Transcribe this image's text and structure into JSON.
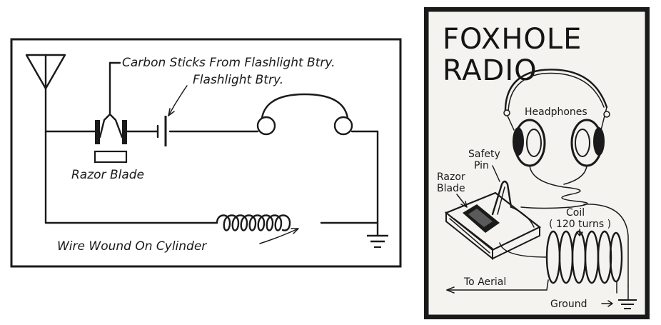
{
  "schematic": {
    "labels": {
      "carbon_sticks": "Carbon Sticks From Flashlight Btry.",
      "flashlight_battery": "Flashlight Btry.",
      "razor_blade": "Razor Blade",
      "coil": "Wire Wound On Cylinder"
    }
  },
  "illustration": {
    "title_line1": "FOXHOLE",
    "title_line2": "RADIO",
    "labels": {
      "headphones": "Headphones",
      "safety_pin_line1": "Safety",
      "safety_pin_line2": "Pin",
      "razor_blade_line1": "Razor",
      "razor_blade_line2": "Blade",
      "coil": "Coil",
      "coil_turns": "( 120 turns )",
      "aerial": "To Aerial",
      "ground": "Ground"
    }
  },
  "colors": {
    "ink": "#1a1a1a",
    "paper": "#ffffff",
    "panel_background": "#f4f3ef"
  }
}
